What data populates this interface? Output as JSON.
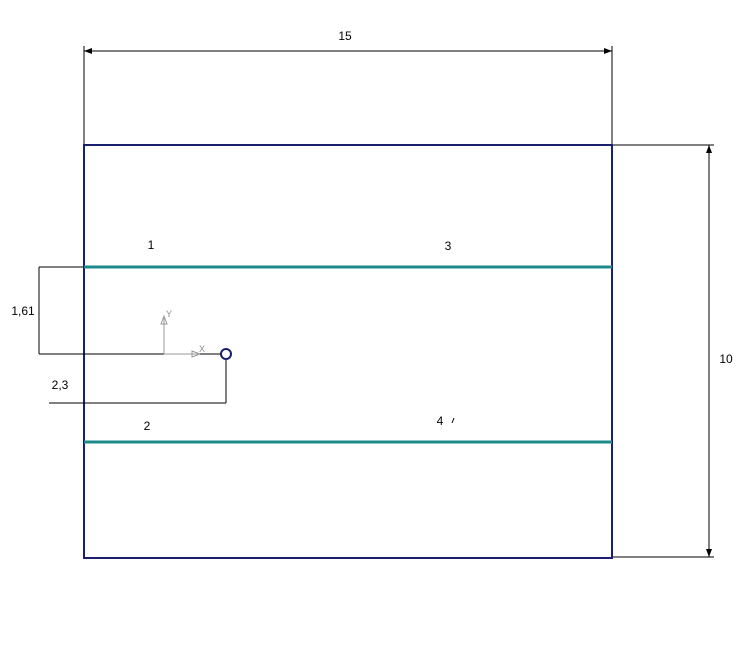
{
  "dimensions": {
    "width": "15",
    "height": "10",
    "point_offset_y": "1,61",
    "point_offset_x": "2,3"
  },
  "line_labels": {
    "l1": "1",
    "l2": "2",
    "l3": "3",
    "l4": "4"
  },
  "axes": {
    "x": "X",
    "y": "Y"
  },
  "colors": {
    "plate_border": "#1a1f6e",
    "inner_lines": "#1d8a8a"
  }
}
